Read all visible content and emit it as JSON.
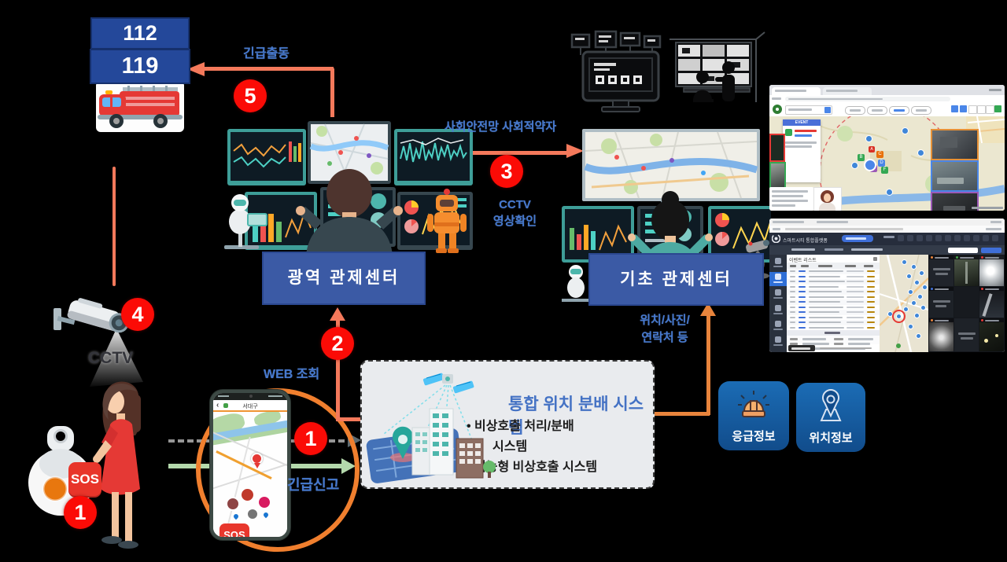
{
  "emergency": {
    "n112": "112",
    "n119": "119"
  },
  "flow": {
    "dispatch": "긴급출동",
    "safety_net": "사회안전망 사회적약자",
    "cctv_check_1": "CCTV",
    "cctv_check_2": "영상확인",
    "web_query": "WEB 조회",
    "report": "긴급신고",
    "loc_1": "위치/사진/",
    "loc_2": "연락처 등",
    "cctv": "CCTV"
  },
  "badges": {
    "s1_device": "1",
    "s1_app": "1",
    "s2": "2",
    "s3": "3",
    "s4": "4",
    "s5": "5"
  },
  "centers": {
    "wide": "광역 관제센터",
    "basic": "기초 관제센터"
  },
  "system": {
    "title": "통합 위치 분배 시스템",
    "bullet1": "• 비상호출 처리/분배",
    "bullet1_cont": "시스템",
    "bullet2": "• 지능형 비상호출 시스템"
  },
  "cards": {
    "emergency_info": "응급정보",
    "location_info": "위치정보"
  },
  "sos": {
    "device_label": "SOS",
    "phone_label": "SOS"
  },
  "phone": {
    "header": "서대구"
  },
  "shots": {
    "map": {
      "event_header": "EVENT"
    },
    "platform": {
      "logo": "스마트시티 통합플랫폼",
      "list_title": "이벤트 리스트"
    }
  },
  "colors": {
    "badge_red": "#fb0b06",
    "arrow_salmon": "#f4795b",
    "arrow_orange": "#e8843c",
    "label_blue": "#4679cf",
    "center_box_blue": "#3b5aa5",
    "number_box_blue": "#24489a",
    "system_title_blue": "#4472c4",
    "card_blue": "#1b6cb5",
    "ring_orange": "#f07f2e"
  }
}
